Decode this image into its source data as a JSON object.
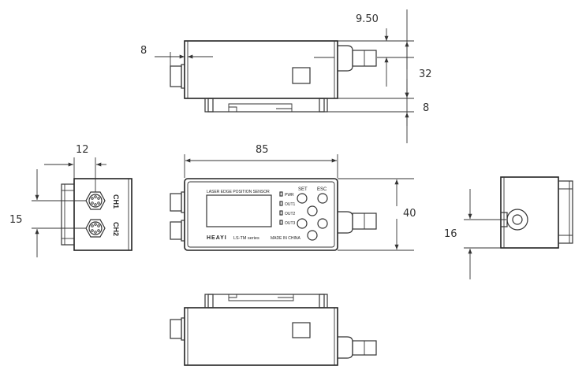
{
  "dimensions": {
    "d_9_50": "9.50",
    "d_8_left": "8",
    "d_32": "32",
    "d_8_right": "8",
    "d_85": "85",
    "d_40": "40",
    "d_12": "12",
    "d_15": "15",
    "d_16": "16"
  },
  "front_panel": {
    "title": "LASER EDGE POSITION SENSOR",
    "brand": "HEAYI",
    "series": "LS-TM series",
    "made_in": "MADE IN CHINA",
    "set_label": "SET",
    "esc_label": "ESC",
    "led_labels": [
      "PWR",
      "OUT1",
      "OUT2",
      "OUT3"
    ]
  },
  "connectors": {
    "ch1": "CH1",
    "ch2": "CH2"
  }
}
